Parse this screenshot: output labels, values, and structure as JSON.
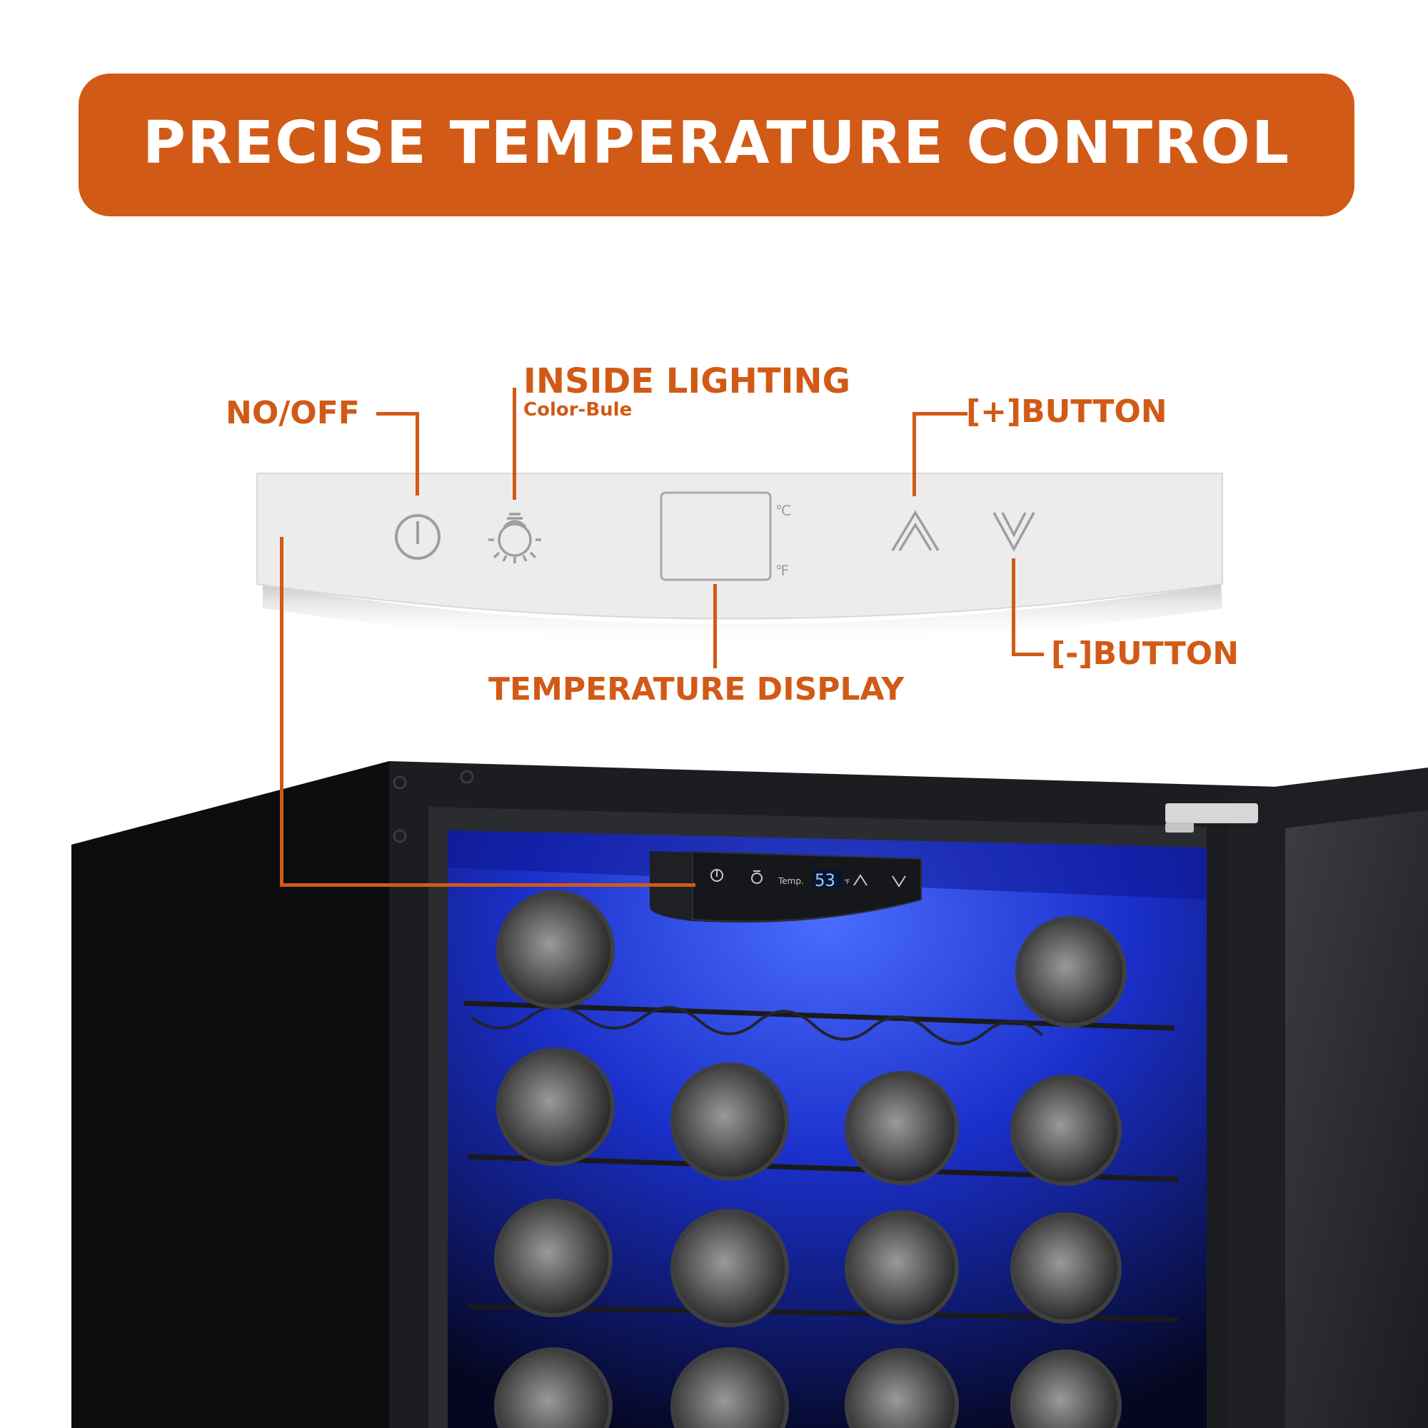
{
  "banner": {
    "title": "PRECISE TEMPERATURE CONTROL"
  },
  "callouts": {
    "power": "NO/OFF",
    "lighting": "INSIDE LIGHTING",
    "lighting_sub": "Color-Bule",
    "plus": "[+]BUTTON",
    "minus": "[-]BUTTON",
    "display": "TEMPERATURE DISPLAY"
  },
  "panel": {
    "celsius": "℃",
    "fahrenheit": "℉",
    "icons": [
      "power-icon",
      "bulb-icon",
      "up-chevron-icon",
      "down-chevron-icon"
    ]
  },
  "fridge_panel": {
    "temp_label": "Temp.",
    "temp_value": "53",
    "unit": "℉"
  },
  "colors": {
    "accent": "#d15a16",
    "cabinet": "#151618",
    "interior_light": "#1b2fd6",
    "panel_light": "#ececec"
  }
}
